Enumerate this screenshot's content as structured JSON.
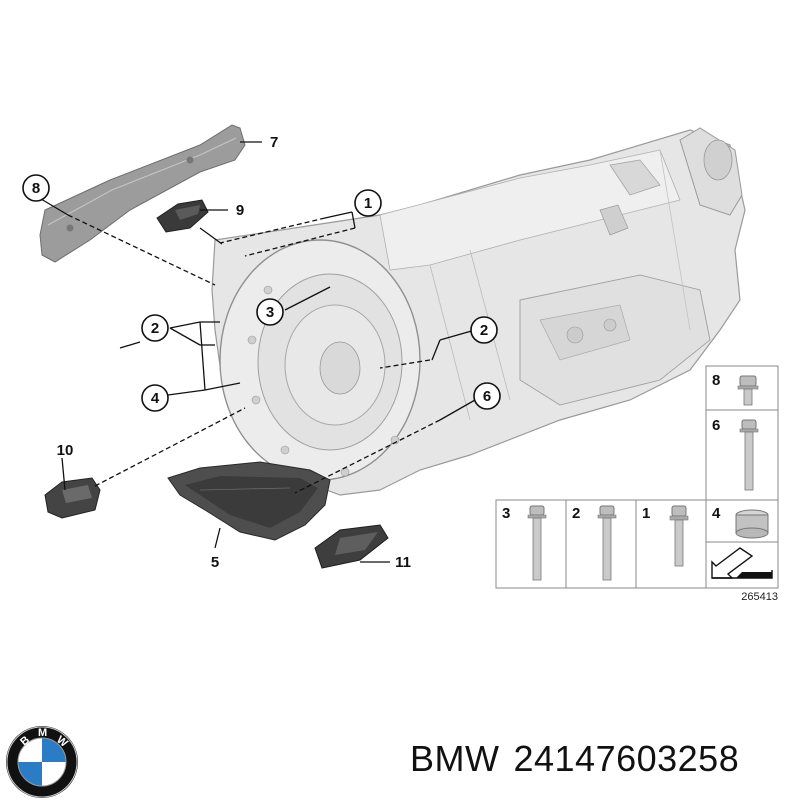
{
  "diagram": {
    "callouts": {
      "c1": "1",
      "c2a": "2",
      "c2b": "2",
      "c3": "3",
      "c4": "4",
      "c6": "6",
      "c8": "8",
      "c9": "9"
    },
    "labels": {
      "l5": "5",
      "l7": "7",
      "l10": "10",
      "l11": "11"
    },
    "parts_table": {
      "cells": [
        "8",
        "6",
        "3",
        "2",
        "1",
        "4"
      ]
    },
    "diagram_number": "265413"
  },
  "footer": {
    "brand": "BMW",
    "part_number": "24147603258"
  },
  "logo": {
    "letters": [
      "B",
      "M",
      "W"
    ],
    "colors": {
      "ring": "#111111",
      "blue": "#2a7dc4",
      "white": "#ffffff"
    }
  }
}
